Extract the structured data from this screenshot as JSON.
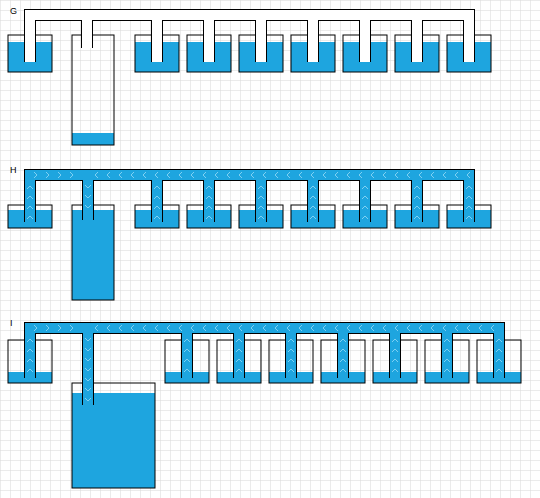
{
  "diagram": {
    "labels": [
      "G",
      "H",
      "I"
    ]
  }
}
